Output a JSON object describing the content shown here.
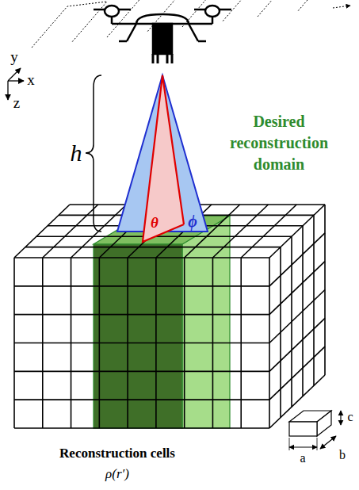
{
  "diagram": {
    "labels": [
      "y",
      "x",
      "z",
      "h",
      "θ",
      "ϕ",
      "Desired reconstruction domain",
      "Reconstruction cells",
      "ρ(r′)",
      "a",
      "b",
      "c"
    ]
  }
}
